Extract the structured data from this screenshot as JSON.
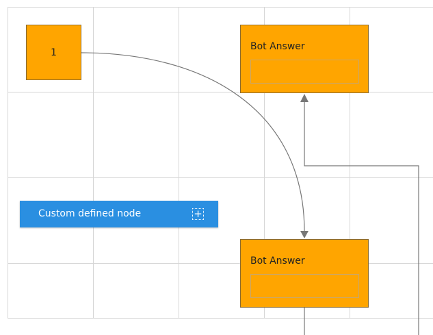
{
  "nodes": {
    "start": {
      "label": "1"
    },
    "bot_top": {
      "title": "Bot Answer",
      "field_value": ""
    },
    "bot_bottom": {
      "title": "Bot Answer",
      "field_value": ""
    },
    "custom": {
      "label": "Custom defined node",
      "add_icon": "plus-icon"
    }
  },
  "colors": {
    "node_fill": "#ffa500",
    "custom_node_fill": "#2a8fe1",
    "connector": "#777777",
    "grid": "#d6d6d6"
  }
}
